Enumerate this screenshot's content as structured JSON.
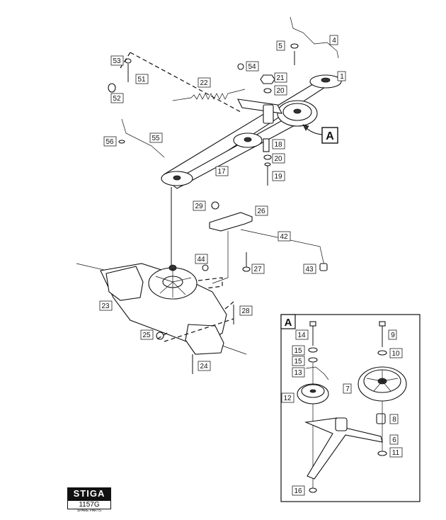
{
  "labels": {
    "l1": "1",
    "l4": "4",
    "l5": "5",
    "l6": "6",
    "l7": "7",
    "l8": "8",
    "l9": "9",
    "l10": "10",
    "l11": "11",
    "l12": "12",
    "l13": "13",
    "l14": "14",
    "l15a": "15",
    "l15b": "15",
    "l16": "16",
    "l17": "17",
    "l18": "18",
    "l19": "19",
    "l20a": "20",
    "l20b": "20",
    "l21": "21",
    "l22": "22",
    "l23": "23",
    "l24": "24",
    "l25": "25",
    "l26": "26",
    "l27": "27",
    "l28": "28",
    "l29": "29",
    "l42": "42",
    "l43": "43",
    "l44": "44",
    "l51": "51",
    "l52": "52",
    "l53": "53",
    "l54": "54",
    "l55": "55",
    "l56": "56"
  },
  "callout": {
    "main": "A",
    "inset": "A"
  },
  "logo": {
    "brand": "STIGA",
    "code": "1157G",
    "subtitle": "SPARE PARTS"
  }
}
